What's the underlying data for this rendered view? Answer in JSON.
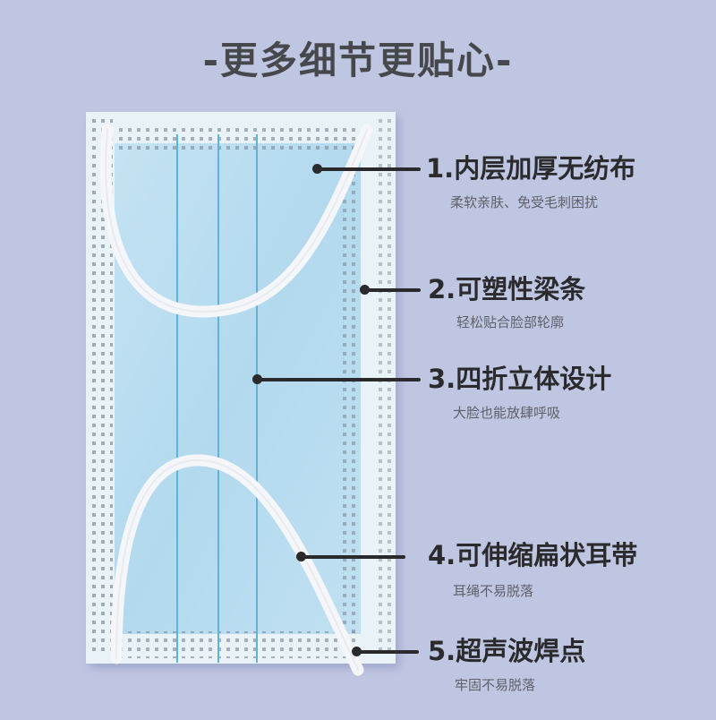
{
  "title": "-更多细节更贴心-",
  "colors": {
    "background": "#bfc6e2",
    "title": "#47484c",
    "label": "#2b2b2e",
    "subtitle": "#5e6068",
    "mask_blue": "#b7dbef",
    "mask_edge": "#e6eff5",
    "pleat_line": "#5fb3d9",
    "ear_loop": "#f2f4f7"
  },
  "callouts": [
    {
      "label": "1.内层加厚无纺布",
      "subtitle": "柔软亲肤、免受毛刺困扰"
    },
    {
      "label": "2.可塑性梁条",
      "subtitle": "轻松贴合脸部轮廓"
    },
    {
      "label": "3.四折立体设计",
      "subtitle": "大脸也能放肆呼吸"
    },
    {
      "label": "4.可伸缩扁状耳带",
      "subtitle": "耳绳不易脱落"
    },
    {
      "label": "5.超声波焊点",
      "subtitle": "牢固不易脱落"
    }
  ]
}
